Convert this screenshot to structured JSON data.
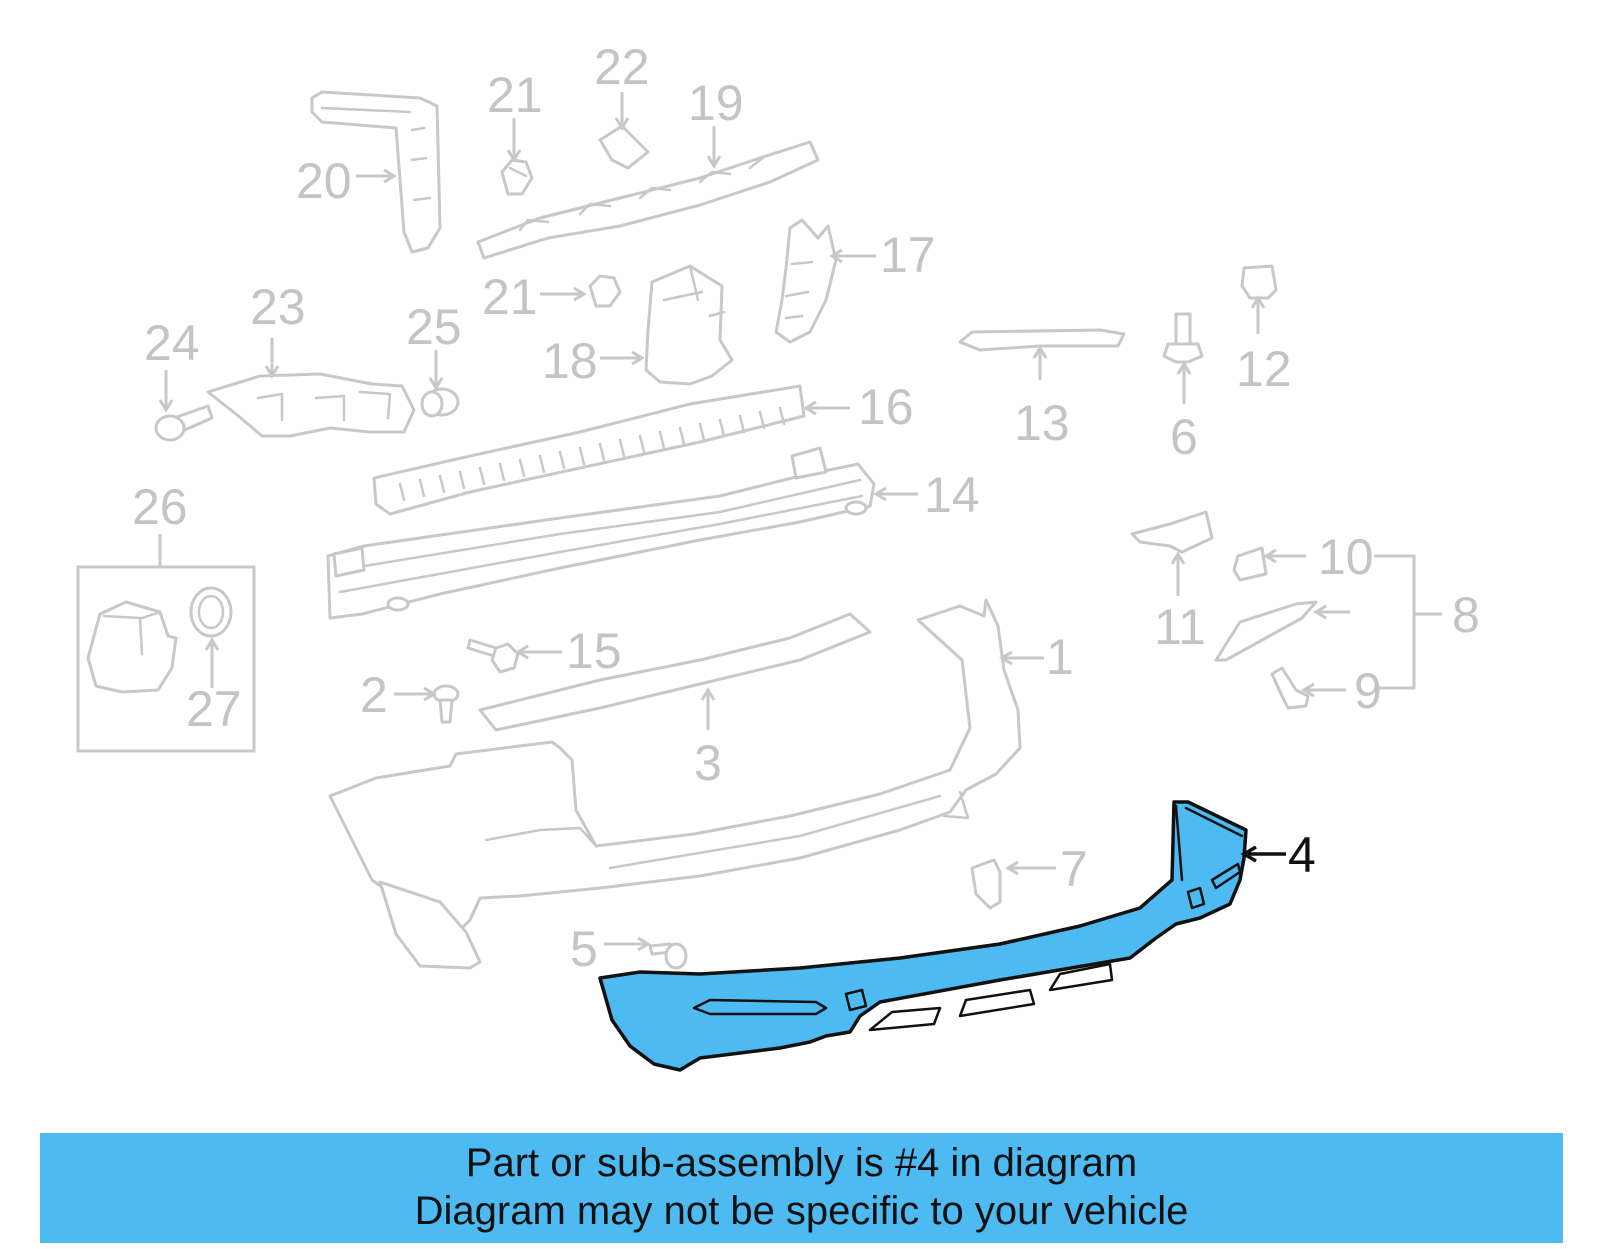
{
  "diagram": {
    "highlight_color": "#4dbaf2",
    "highlighted_part": "4",
    "callouts": {
      "c1": "1",
      "c2": "2",
      "c3": "3",
      "c4": "4",
      "c5": "5",
      "c6": "6",
      "c7": "7",
      "c8": "8",
      "c9": "9",
      "c10": "10",
      "c11": "11",
      "c12": "12",
      "c13": "13",
      "c14": "14",
      "c15": "15",
      "c16": "16",
      "c17": "17",
      "c18": "18",
      "c19": "19",
      "c20": "20",
      "c21a": "21",
      "c21b": "21",
      "c22": "22",
      "c23": "23",
      "c24": "24",
      "c25": "25",
      "c26": "26",
      "c27": "27"
    }
  },
  "banner": {
    "line1": "Part or sub-assembly is #4 in diagram",
    "line2": "Diagram may not be specific to your vehicle"
  }
}
